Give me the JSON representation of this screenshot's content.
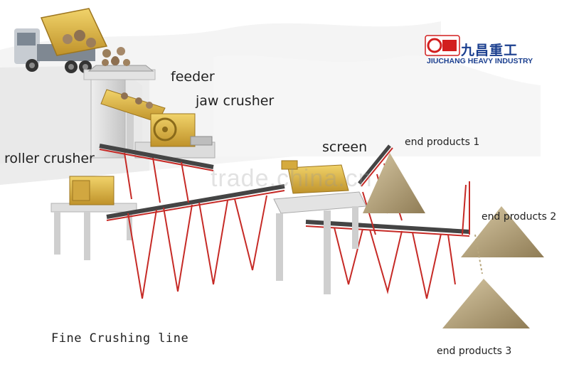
{
  "title": "Fine Crushing line",
  "labels": {
    "feeder": "feeder",
    "jaw_crusher": "jaw crusher",
    "roller_crusher": "roller crusher",
    "screen": "screen",
    "end1": "end products 1",
    "end2": "end products 2",
    "end3": "end products 3"
  },
  "brand": {
    "logo_text": "九昌",
    "name_cn": "九昌重工",
    "name_en": "JIUCHANG HEAVY INDUSTRY"
  },
  "watermark": "trade.china.cn",
  "colors": {
    "frame": "#c62a26",
    "machine": "#e0b63a",
    "concrete": "#d9d9d9",
    "sand": "#b9a57e",
    "brand": "#1b3f8f"
  }
}
